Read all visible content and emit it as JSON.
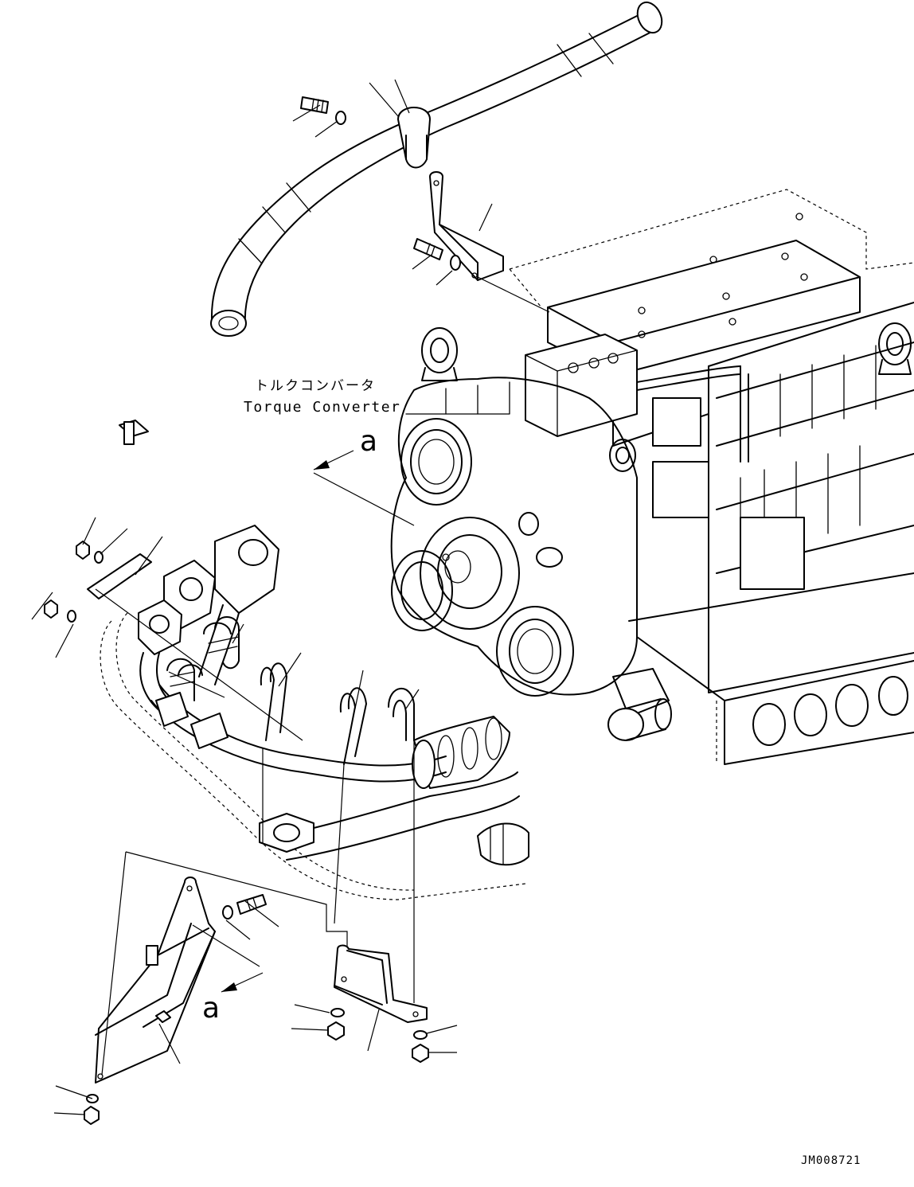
{
  "labels": {
    "component_jp": "トルクコンバータ",
    "component_en": "Torque Converter",
    "view_marker_upper": "a",
    "view_marker_lower": "a",
    "drawing_number": "JM008721"
  }
}
